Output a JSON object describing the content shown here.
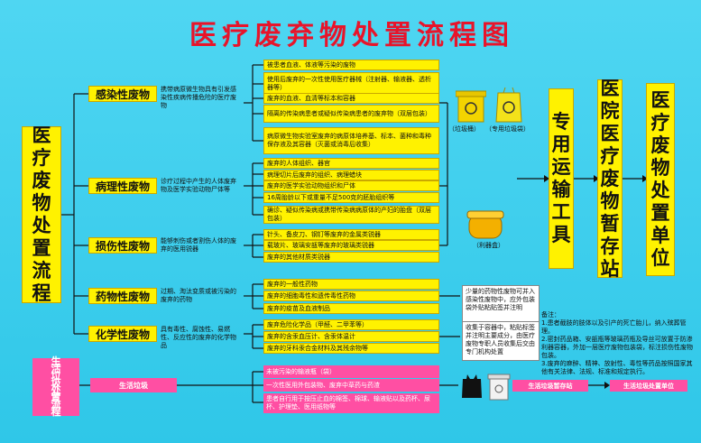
{
  "title": "医疗废弃物处置流程图",
  "main_label": [
    "医",
    "疗",
    "废",
    "物",
    "处",
    "置",
    "流",
    "程"
  ],
  "life_label": [
    "生",
    "活",
    "垃",
    "圾",
    "处",
    "置",
    "流",
    "程"
  ],
  "categories": [
    {
      "name": "感染性废物",
      "desc": "携带病原微生物具有引发感染性疾病传播危险的医疗废物",
      "items": [
        "被患者血液、体液等污染的废物",
        "使用后废弃的一次性使用医疗器械（注射器、输液器、透析器等）",
        "废弃的血液、血清等标本和容器",
        "隔离的传染病患者或疑似传染病患者的废弃物（双层包装）",
        "病原微生物实验室废弃的病原体培养基、标本、菌种和毒种保存液及其容器（灭菌或消毒后收集）"
      ]
    },
    {
      "name": "病理性废物",
      "desc": "诊疗过程中产生的人体废弃物及医学实验动物尸体等",
      "items": [
        "废弃的人体组织、器官",
        "病理切片后废弃的组织、病理蜡块",
        "废弃的医学实验动物组织和尸体",
        "16周胎龄以下或重量不足500克的胚胎组织等",
        "确诊、疑似传染病或携带传染病病原体的产妇的胎盘（双层包装）"
      ]
    },
    {
      "name": "损伤性废物",
      "desc": "能够刺伤或者割伤人体的废弃的医用锐器",
      "items": [
        "针头、备皮刀、钢钉等废弃的金属类锐器",
        "载玻片、玻璃安瓿等废弃的玻璃类锐器",
        "废弃的其他材质类锐器"
      ]
    },
    {
      "name": "药物性废物",
      "desc": "过期、淘汰变质或被污染的废弃的药物",
      "items": [
        "废弃的一般性药物",
        "废弃的细胞毒性和遗传毒性药物",
        "废弃的疫苗及血液制品"
      ]
    },
    {
      "name": "化学性废物",
      "desc": "具有毒性、腐蚀性、易燃性、反应性的废弃的化学物品",
      "items": [
        "废弃危险化学品（甲醛、二甲苯等）",
        "废弃的含汞血压计、含汞体温计",
        "废弃的牙科汞合金材料及其残余物等"
      ]
    }
  ],
  "bins": {
    "bucket": "（垃圾桶）",
    "bag": "（专用垃圾袋）",
    "sharps": "（利器盒）"
  },
  "transport": [
    "专",
    "用",
    "运",
    "输",
    "工",
    "具"
  ],
  "storage": [
    "医",
    "院",
    "医",
    "疗",
    "废",
    "物",
    "暂",
    "存",
    "站"
  ],
  "disposal": [
    "医",
    "疗",
    "废",
    "物",
    "处",
    "置",
    "单",
    "位"
  ],
  "drug_note": "少量的药物性废物可并入感染性废物中，应外包装袋外贴粘贴签并注明",
  "chem_note": "收集于容器中，粘贴标签并注明主要成分，由医疗废物专职人员收集后交由专门机构处置",
  "notes_title": "备注：",
  "notes": [
    "1.患者截肢的肢体以及引产的死亡胎儿，纳入殡葬管理。",
    "2.密封药品箱、安瓿瓶等玻璃药瓶及导丝可放置于防渗利器容器，外加一层医疗废物包装袋，标注损伤性废物包装。",
    "3.废弃的麻醉、精神、放射性、毒性等药品按照国家其他有关法律、法规、标准和规定执行。"
  ],
  "life": {
    "name": "生活垃圾",
    "items": [
      "未被污染的输液瓶（袋）",
      "一次性医用外包装物、废弃中草药与药渣",
      "患者自行用于按压止血的棉签、棉球、输液贴以及药杯、尿杯、护理垫、医用纸物等"
    ],
    "station": "生活垃圾暂存站",
    "unit": "生活垃圾处置单位"
  }
}
